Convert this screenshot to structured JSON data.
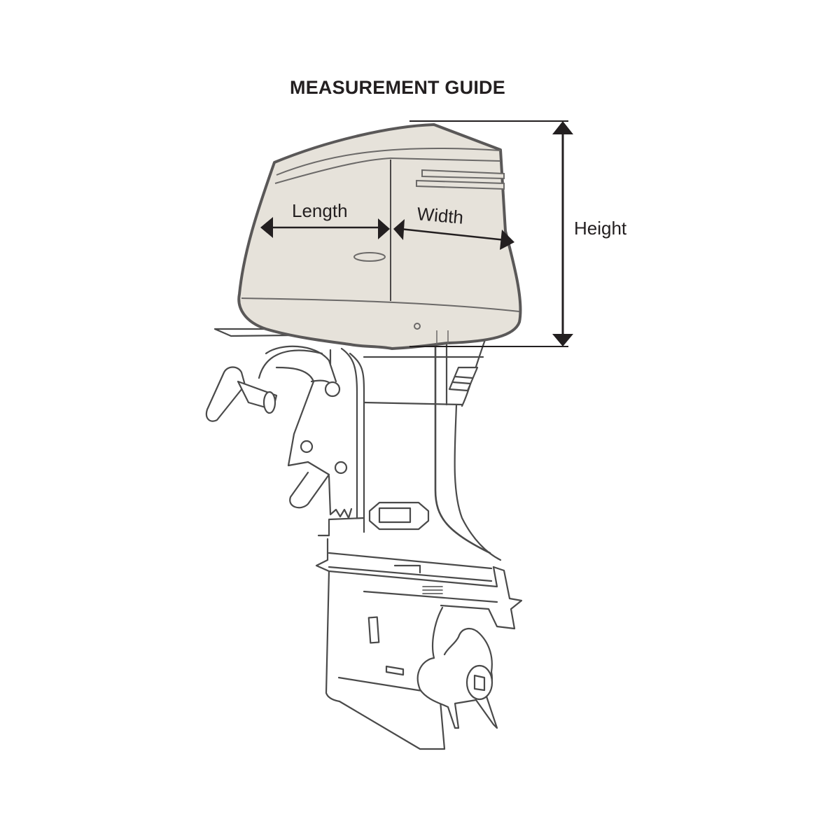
{
  "title": "MEASUREMENT GUIDE",
  "diagram": {
    "subject": "outboard-motor-with-cover",
    "labels": {
      "length": "Length",
      "width": "Width",
      "height": "Height"
    },
    "colors": {
      "cover_fill": "#e6e2da",
      "cover_stroke": "#5a5858",
      "line_art": "#4a4a4a",
      "dimension": "#231f20",
      "background": "#ffffff"
    }
  }
}
